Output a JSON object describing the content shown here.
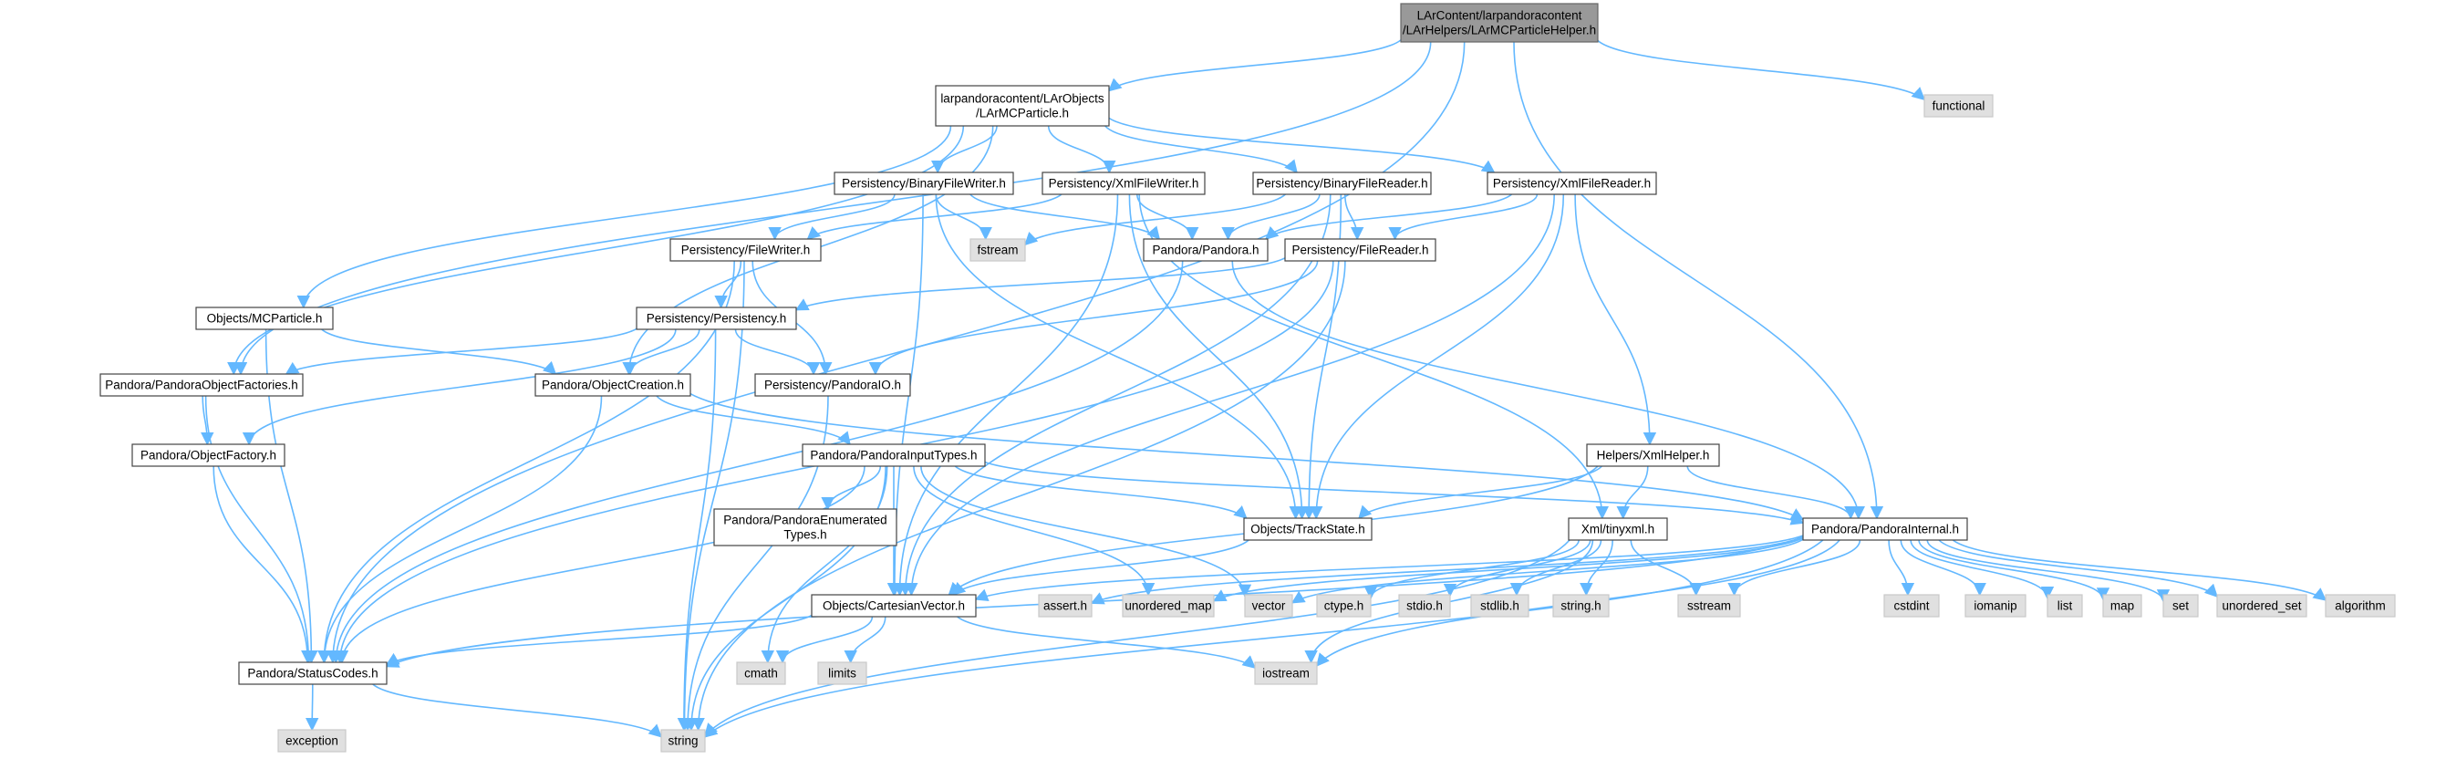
{
  "colors": {
    "edge": "#63b8ff",
    "root_fill": "#999999",
    "root_border": "#666666",
    "header_fill": "#ffffff",
    "header_border": "#444444",
    "system_fill": "#e0e0e0",
    "system_border": "#c8c8c8"
  },
  "nodes": [
    {
      "id": "root",
      "kind": "root",
      "lines": [
        "LArContent/larpandoracontent",
        "/LArHelpers/LArMCParticleHelper.h"
      ]
    },
    {
      "id": "larmcparticle",
      "kind": "header",
      "lines": [
        "larpandoracontent/LArObjects",
        "/LArMCParticle.h"
      ]
    },
    {
      "id": "functional",
      "kind": "system",
      "lines": [
        "functional"
      ]
    },
    {
      "id": "binaryfilewriter",
      "kind": "header",
      "lines": [
        "Persistency/BinaryFileWriter.h"
      ]
    },
    {
      "id": "xmlfilewriter",
      "kind": "header",
      "lines": [
        "Persistency/XmlFileWriter.h"
      ]
    },
    {
      "id": "binaryfilereader",
      "kind": "header",
      "lines": [
        "Persistency/BinaryFileReader.h"
      ]
    },
    {
      "id": "xmlfilereader",
      "kind": "header",
      "lines": [
        "Persistency/XmlFileReader.h"
      ]
    },
    {
      "id": "filewriter",
      "kind": "header",
      "lines": [
        "Persistency/FileWriter.h"
      ]
    },
    {
      "id": "fstream",
      "kind": "system",
      "lines": [
        "fstream"
      ]
    },
    {
      "id": "pandora",
      "kind": "header",
      "lines": [
        "Pandora/Pandora.h"
      ]
    },
    {
      "id": "filereader",
      "kind": "header",
      "lines": [
        "Persistency/FileReader.h"
      ]
    },
    {
      "id": "mcparticle",
      "kind": "header",
      "lines": [
        "Objects/MCParticle.h"
      ]
    },
    {
      "id": "persistency",
      "kind": "header",
      "lines": [
        "Persistency/Persistency.h"
      ]
    },
    {
      "id": "objectfactories",
      "kind": "header",
      "lines": [
        "Pandora/PandoraObjectFactories.h"
      ]
    },
    {
      "id": "objectcreation",
      "kind": "header",
      "lines": [
        "Pandora/ObjectCreation.h"
      ]
    },
    {
      "id": "pandoraio",
      "kind": "header",
      "lines": [
        "Persistency/PandoraIO.h"
      ]
    },
    {
      "id": "objectfactory",
      "kind": "header",
      "lines": [
        "Pandora/ObjectFactory.h"
      ]
    },
    {
      "id": "inputtypes",
      "kind": "header",
      "lines": [
        "Pandora/PandoraInputTypes.h"
      ]
    },
    {
      "id": "xmlhelper",
      "kind": "header",
      "lines": [
        "Helpers/XmlHelper.h"
      ]
    },
    {
      "id": "enumtypes",
      "kind": "header",
      "lines": [
        "Pandora/PandoraEnumerated",
        "Types.h"
      ]
    },
    {
      "id": "trackstate",
      "kind": "header",
      "lines": [
        "Objects/TrackState.h"
      ]
    },
    {
      "id": "tinyxml",
      "kind": "header",
      "lines": [
        "Xml/tinyxml.h"
      ]
    },
    {
      "id": "pandorainternal",
      "kind": "header",
      "lines": [
        "Pandora/PandoraInternal.h"
      ]
    },
    {
      "id": "cartesianvector",
      "kind": "header",
      "lines": [
        "Objects/CartesianVector.h"
      ]
    },
    {
      "id": "asserth",
      "kind": "system",
      "lines": [
        "assert.h"
      ]
    },
    {
      "id": "unordered_map",
      "kind": "system",
      "lines": [
        "unordered_map"
      ]
    },
    {
      "id": "vector",
      "kind": "system",
      "lines": [
        "vector"
      ]
    },
    {
      "id": "ctype",
      "kind": "system",
      "lines": [
        "ctype.h"
      ]
    },
    {
      "id": "stdio",
      "kind": "system",
      "lines": [
        "stdio.h"
      ]
    },
    {
      "id": "stdlib",
      "kind": "system",
      "lines": [
        "stdlib.h"
      ]
    },
    {
      "id": "stringh",
      "kind": "system",
      "lines": [
        "string.h"
      ]
    },
    {
      "id": "sstream",
      "kind": "system",
      "lines": [
        "sstream"
      ]
    },
    {
      "id": "cstdint",
      "kind": "system",
      "lines": [
        "cstdint"
      ]
    },
    {
      "id": "iomanip",
      "kind": "system",
      "lines": [
        "iomanip"
      ]
    },
    {
      "id": "list",
      "kind": "system",
      "lines": [
        "list"
      ]
    },
    {
      "id": "map",
      "kind": "system",
      "lines": [
        "map"
      ]
    },
    {
      "id": "set",
      "kind": "system",
      "lines": [
        "set"
      ]
    },
    {
      "id": "unordered_set",
      "kind": "system",
      "lines": [
        "unordered_set"
      ]
    },
    {
      "id": "algorithm",
      "kind": "system",
      "lines": [
        "algorithm"
      ]
    },
    {
      "id": "statuscodes",
      "kind": "header",
      "lines": [
        "Pandora/StatusCodes.h"
      ]
    },
    {
      "id": "cmath",
      "kind": "system",
      "lines": [
        "cmath"
      ]
    },
    {
      "id": "limits",
      "kind": "system",
      "lines": [
        "limits"
      ]
    },
    {
      "id": "iostream",
      "kind": "system",
      "lines": [
        "iostream"
      ]
    },
    {
      "id": "exception",
      "kind": "system",
      "lines": [
        "exception"
      ]
    },
    {
      "id": "string",
      "kind": "system",
      "lines": [
        "string"
      ]
    }
  ],
  "edges": [
    [
      "root",
      "larmcparticle"
    ],
    [
      "root",
      "functional"
    ],
    [
      "root",
      "pandorainternal"
    ],
    [
      "root",
      "statuscodes"
    ],
    [
      "root",
      "objectfactories"
    ],
    [
      "larmcparticle",
      "binaryfilewriter"
    ],
    [
      "larmcparticle",
      "xmlfilewriter"
    ],
    [
      "larmcparticle",
      "binaryfilereader"
    ],
    [
      "larmcparticle",
      "xmlfilereader"
    ],
    [
      "larmcparticle",
      "mcparticle"
    ],
    [
      "larmcparticle",
      "objectcreation"
    ],
    [
      "larmcparticle",
      "objectfactories"
    ],
    [
      "binaryfilewriter",
      "filewriter"
    ],
    [
      "binaryfilewriter",
      "fstream"
    ],
    [
      "binaryfilewriter",
      "pandora"
    ],
    [
      "binaryfilewriter",
      "trackstate"
    ],
    [
      "binaryfilewriter",
      "cartesianvector"
    ],
    [
      "xmlfilewriter",
      "filewriter"
    ],
    [
      "xmlfilewriter",
      "pandora"
    ],
    [
      "xmlfilewriter",
      "tinyxml"
    ],
    [
      "xmlfilewriter",
      "trackstate"
    ],
    [
      "xmlfilewriter",
      "cartesianvector"
    ],
    [
      "binaryfilereader",
      "filereader"
    ],
    [
      "binaryfilereader",
      "fstream"
    ],
    [
      "binaryfilereader",
      "pandora"
    ],
    [
      "binaryfilereader",
      "trackstate"
    ],
    [
      "binaryfilereader",
      "cartesianvector"
    ],
    [
      "xmlfilereader",
      "filereader"
    ],
    [
      "xmlfilereader",
      "pandora"
    ],
    [
      "xmlfilereader",
      "xmlhelper"
    ],
    [
      "xmlfilereader",
      "trackstate"
    ],
    [
      "xmlfilereader",
      "cartesianvector"
    ],
    [
      "filewriter",
      "persistency"
    ],
    [
      "filewriter",
      "pandoraio"
    ],
    [
      "filewriter",
      "statuscodes"
    ],
    [
      "filewriter",
      "string"
    ],
    [
      "filereader",
      "persistency"
    ],
    [
      "filereader",
      "pandoraio"
    ],
    [
      "filereader",
      "statuscodes"
    ],
    [
      "filereader",
      "string"
    ],
    [
      "pandora",
      "pandorainternal"
    ],
    [
      "pandora",
      "statuscodes"
    ],
    [
      "mcparticle",
      "objectcreation"
    ],
    [
      "mcparticle",
      "statuscodes"
    ],
    [
      "persistency",
      "objectcreation"
    ],
    [
      "persistency",
      "pandoraio"
    ],
    [
      "persistency",
      "objectfactories"
    ],
    [
      "persistency",
      "objectfactory"
    ],
    [
      "persistency",
      "string"
    ],
    [
      "objectfactories",
      "objectfactory"
    ],
    [
      "objectfactories",
      "statuscodes"
    ],
    [
      "objectfactory",
      "statuscodes"
    ],
    [
      "objectcreation",
      "inputtypes"
    ],
    [
      "objectcreation",
      "pandorainternal"
    ],
    [
      "objectcreation",
      "statuscodes"
    ],
    [
      "pandoraio",
      "string"
    ],
    [
      "inputtypes",
      "enumtypes"
    ],
    [
      "inputtypes",
      "trackstate"
    ],
    [
      "inputtypes",
      "cartesianvector"
    ],
    [
      "inputtypes",
      "pandorainternal"
    ],
    [
      "inputtypes",
      "statuscodes"
    ],
    [
      "inputtypes",
      "string"
    ],
    [
      "inputtypes",
      "cmath"
    ],
    [
      "inputtypes",
      "vector"
    ],
    [
      "inputtypes",
      "unordered_map"
    ],
    [
      "xmlhelper",
      "trackstate"
    ],
    [
      "xmlhelper",
      "tinyxml"
    ],
    [
      "xmlhelper",
      "pandorainternal"
    ],
    [
      "xmlhelper",
      "cartesianvector"
    ],
    [
      "trackstate",
      "cartesianvector"
    ],
    [
      "tinyxml",
      "ctype"
    ],
    [
      "tinyxml",
      "stdio"
    ],
    [
      "tinyxml",
      "stdlib"
    ],
    [
      "tinyxml",
      "stringh"
    ],
    [
      "tinyxml",
      "assert"
    ],
    [
      "tinyxml",
      "sstream"
    ],
    [
      "tinyxml",
      "iostream"
    ],
    [
      "tinyxml",
      "string"
    ],
    [
      "pandorainternal",
      "cartesianvector"
    ],
    [
      "pandorainternal",
      "statuscodes"
    ],
    [
      "pandorainternal",
      "asserth"
    ],
    [
      "pandorainternal",
      "unordered_map"
    ],
    [
      "pandorainternal",
      "vector"
    ],
    [
      "pandorainternal",
      "sstream"
    ],
    [
      "pandorainternal",
      "cstdint"
    ],
    [
      "pandorainternal",
      "iomanip"
    ],
    [
      "pandorainternal",
      "list"
    ],
    [
      "pandorainternal",
      "map"
    ],
    [
      "pandorainternal",
      "set"
    ],
    [
      "pandorainternal",
      "unordered_set"
    ],
    [
      "pandorainternal",
      "algorithm"
    ],
    [
      "pandorainternal",
      "iostream"
    ],
    [
      "pandorainternal",
      "string"
    ],
    [
      "cartesianvector",
      "statuscodes"
    ],
    [
      "cartesianvector",
      "cmath"
    ],
    [
      "cartesianvector",
      "limits"
    ],
    [
      "cartesianvector",
      "iostream"
    ],
    [
      "statuscodes",
      "exception"
    ],
    [
      "statuscodes",
      "string"
    ]
  ]
}
